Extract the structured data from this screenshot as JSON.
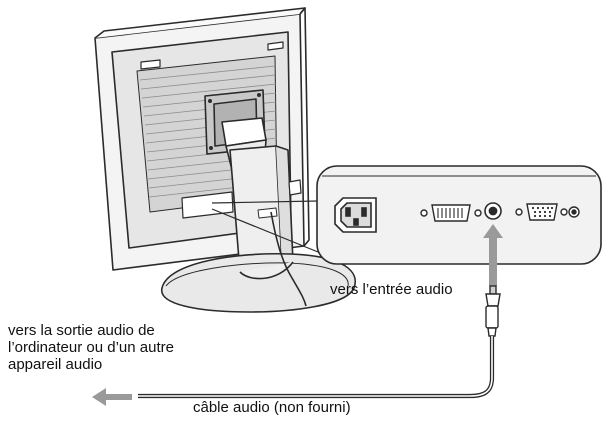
{
  "labels": {
    "audio_input": "vers l’entrée audio",
    "source_lines": [
      "vers la sortie audio de",
      "l’ordinateur ou d’un autre",
      "appareil audio"
    ],
    "cable": "câble audio (non fourni)"
  },
  "colors": {
    "line": "#2b2b2b",
    "arrow": "#9a9a9a",
    "panel_fill": "#f2f2f2",
    "screen_fill": "#e6e6e6",
    "grille_fill": "#d4d4d4",
    "stand_fill": "#efefef",
    "base_fill": "#e9e9e9",
    "text": "#111111"
  },
  "icons": [
    "monitor-back-illustration",
    "power-socket-icon",
    "dvi-connector-icon",
    "audio-jack-icon",
    "vga-connector-icon",
    "audio-plug-icon",
    "arrow-up-icon",
    "arrow-left-icon"
  ]
}
